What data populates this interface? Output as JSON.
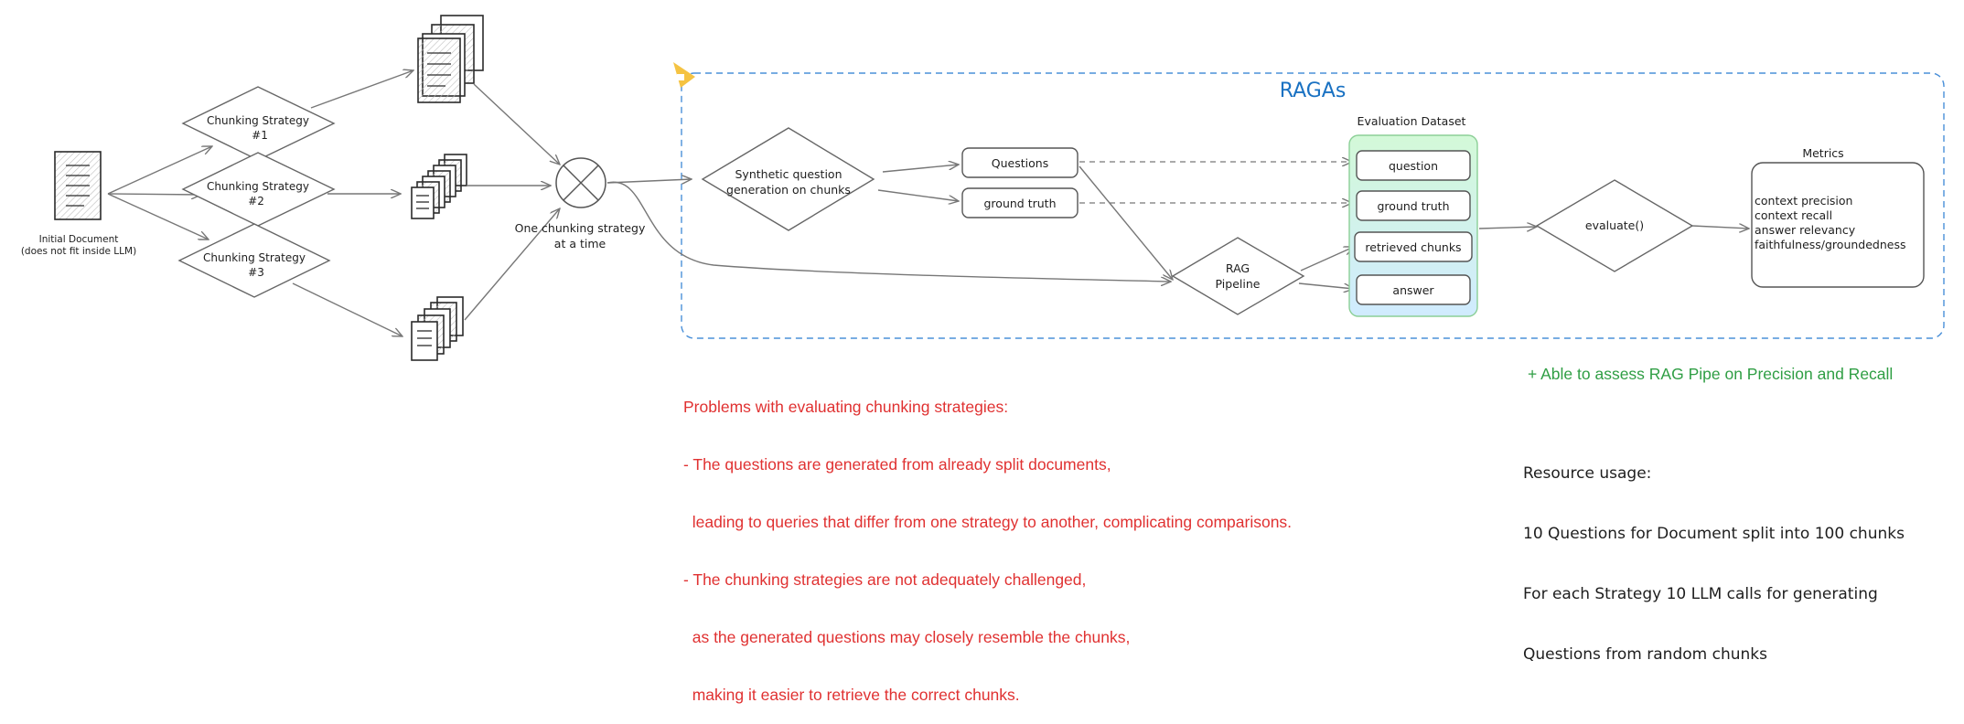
{
  "initial_doc": {
    "label_line1": "Initial Document",
    "label_line2": "(does not fit inside LLM)"
  },
  "strategies": [
    {
      "line1": "Chunking Strategy",
      "line2": "#1"
    },
    {
      "line1": "Chunking Strategy",
      "line2": "#2"
    },
    {
      "line1": "Chunking Strategy",
      "line2": "#3"
    }
  ],
  "combiner": {
    "line1": "One chunking strategy",
    "line2": "at a time"
  },
  "ragas": {
    "title": "RAGAs",
    "synthetic": {
      "line1": "Synthetic question",
      "line2": "generation on chunks"
    },
    "questions": "Questions",
    "ground_truth": "ground truth",
    "rag_pipeline": {
      "line1": "RAG",
      "line2": "Pipeline"
    },
    "eval_dataset": {
      "title": "Evaluation Dataset",
      "items": [
        "question",
        "ground truth",
        "retrieved chunks",
        "answer"
      ]
    },
    "evaluate": "evaluate()",
    "metrics": {
      "title": "Metrics",
      "items": [
        "context precision",
        "context recall",
        "answer relevancy",
        "faithfulness/groundedness"
      ]
    }
  },
  "problems": {
    "lines": [
      "Problems with evaluating chunking strategies:",
      "- The questions are generated from already split documents,",
      "  leading to queries that differ from one strategy to another, complicating comparisons.",
      "- The chunking strategies are not adequately challenged,",
      "  as the generated questions may closely resemble the chunks,",
      "  making it easier to retrieve the correct chunks."
    ],
    "color": "#e03131"
  },
  "advantage": {
    "text": "+ Able to assess RAG Pipe on Precision and Recall",
    "color": "#2f9e44"
  },
  "resource_usage": {
    "lines": [
      "Resource usage:",
      "10 Questions for Document split into 100 chunks",
      "For each Strategy 10 LLM calls for generating",
      "Questions from random chunks"
    ]
  },
  "colors": {
    "ragas_frame": "#4a90d9",
    "eval_green": "#d3f9d8",
    "eval_blue": "#d0ebff",
    "corner_tag": "#f5c342"
  }
}
